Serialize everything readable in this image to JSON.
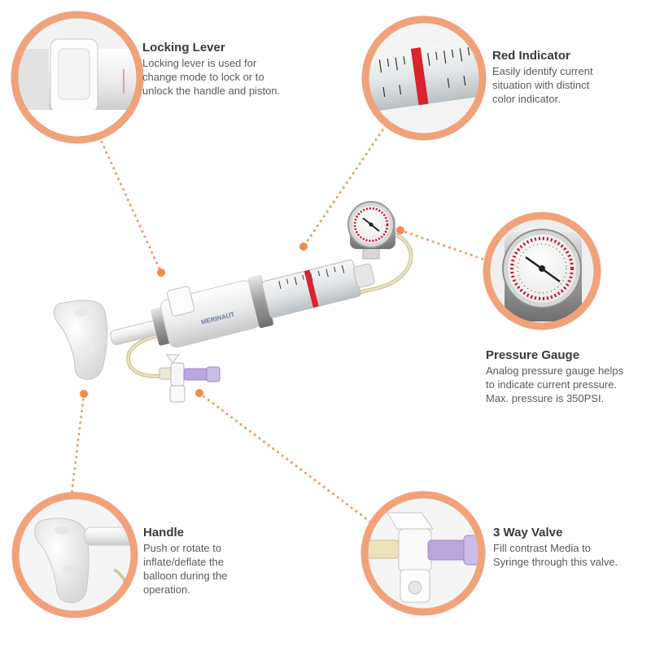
{
  "colors": {
    "accent": "#f0a27a",
    "dot": "#ee8a52",
    "body": "#f2f2f2",
    "tube": "#d9d4b0",
    "red_band": "#d9232e",
    "gauge_red": "#c8102e",
    "valve_purple": "#b9a6dd"
  },
  "brand_mark": "MERINAUT",
  "callouts": {
    "locking_lever": {
      "title": "Locking Lever",
      "body": "Locking lever is used for change mode to lock or to unlock the handle and piston."
    },
    "red_indicator": {
      "title": "Red Indicator",
      "body": "Easily identify current situation with distinct color indicator."
    },
    "pressure_gauge": {
      "title": "Pressure Gauge",
      "body": "Analog pressure gauge helps to indicate current pressure.",
      "note": "Max. pressure is 350PSI."
    },
    "handle": {
      "title": "Handle",
      "body": "Push or rotate to inflate/deflate the balloon during the operation."
    },
    "three_way_valve": {
      "title": "3 Way Valve",
      "body": "Fill contrast Media to Syringe through this valve."
    }
  }
}
